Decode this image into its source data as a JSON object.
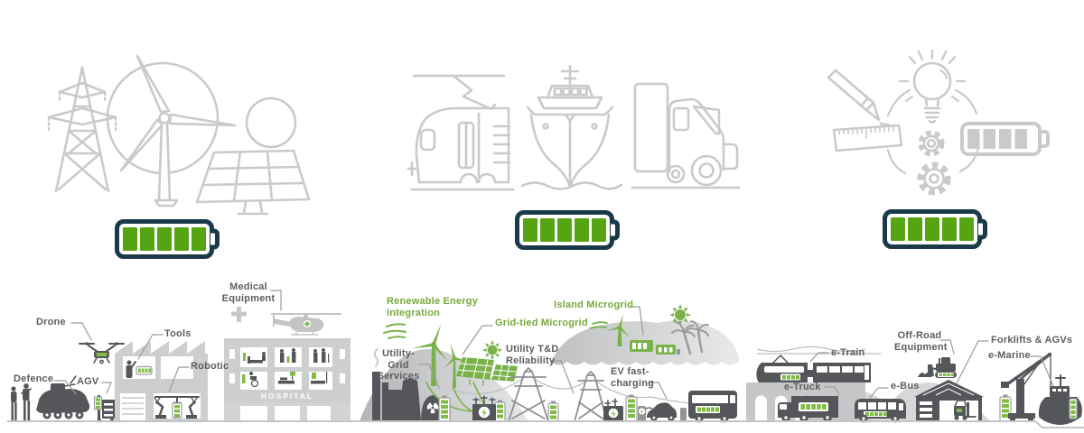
{
  "colors": {
    "line_gray": "#c9cacb",
    "battery_outline": "#1b3a49",
    "battery_green": "#55a513",
    "scene_green": "#7ab24a",
    "cell_green": "#80bb45",
    "dark_gray": "#55565a",
    "mid_gray": "#939598",
    "light_gray": "#cdced0",
    "label_gray": "#5d5e61",
    "label_green": "#77a83e"
  },
  "top_sections": [
    {
      "name": "electric-grid-and-renewables",
      "icons": [
        "transmission-tower-icon",
        "wind-turbine-icon",
        "sun-icon",
        "solar-panel-icon"
      ],
      "battery": {
        "cells_total": 5,
        "cells_filled": 5
      }
    },
    {
      "name": "transportation",
      "icons": [
        "electric-train-icon",
        "ship-icon",
        "truck-icon"
      ],
      "battery": {
        "cells_total": 5,
        "cells_filled": 5
      }
    },
    {
      "name": "design-and-engineering",
      "icons": [
        "pencil-icon",
        "ruler-icon",
        "lightbulb-icon",
        "gears-icon",
        "battery-outline-icon"
      ],
      "battery": {
        "cells_total": 5,
        "cells_filled": 5
      }
    }
  ],
  "scene": {
    "hospital_sign": "HOSPITAL",
    "labels": [
      {
        "id": "drone",
        "text": "Drone",
        "tone": "gray"
      },
      {
        "id": "defence",
        "text": "Defence",
        "tone": "gray"
      },
      {
        "id": "agv",
        "text": "AGV",
        "tone": "gray"
      },
      {
        "id": "tools",
        "text": "Tools",
        "tone": "gray"
      },
      {
        "id": "robotic",
        "text": "Robotic",
        "tone": "gray"
      },
      {
        "id": "medical-equipment",
        "text": "Medical\nEquipment",
        "tone": "gray"
      },
      {
        "id": "renewable-energy-integration",
        "text": "Renewable Energy\nIntegration",
        "tone": "green"
      },
      {
        "id": "grid-tied-microgrid",
        "text": "Grid-tied Microgrid",
        "tone": "green"
      },
      {
        "id": "utility-grid-services",
        "text": "Utility-\nGrid\nServices",
        "tone": "gray"
      },
      {
        "id": "utility-td-reliability",
        "text": "Utility T&D\nReliability",
        "tone": "gray"
      },
      {
        "id": "island-microgrid",
        "text": "Island Microgrid",
        "tone": "green"
      },
      {
        "id": "ev-fast-charging",
        "text": "EV fast-\ncharging",
        "tone": "gray"
      },
      {
        "id": "e-train",
        "text": "e-Train",
        "tone": "gray"
      },
      {
        "id": "e-truck",
        "text": "e-Truck",
        "tone": "gray"
      },
      {
        "id": "off-road-equipment",
        "text": "Off-Road\nEquipment",
        "tone": "gray"
      },
      {
        "id": "e-bus",
        "text": "e-Bus",
        "tone": "gray"
      },
      {
        "id": "forklifts-agvs",
        "text": "Forklifts & AGVs",
        "tone": "gray"
      },
      {
        "id": "e-marine",
        "text": "e-Marine",
        "tone": "gray"
      }
    ]
  }
}
